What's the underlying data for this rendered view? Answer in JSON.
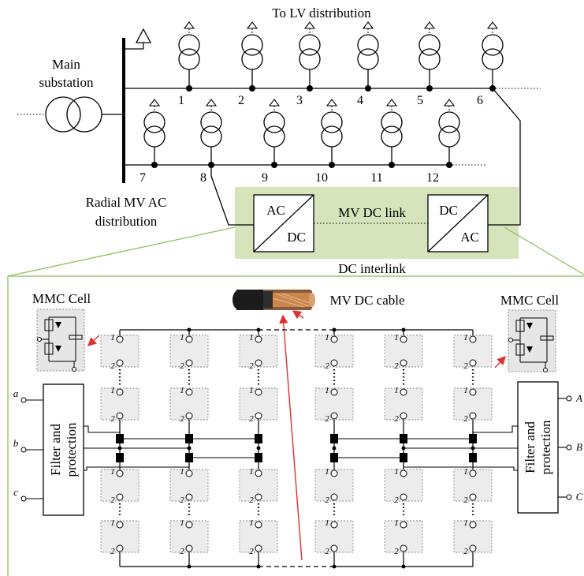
{
  "labels": {
    "to_lv": "To LV distribution",
    "main_substation_line1": "Main",
    "main_substation_line2": "substation",
    "radial_line1": "Radial MV AC",
    "radial_line2": "distribution",
    "dc_interlink": "DC interlink",
    "mv_dc_link": "MV DC link",
    "mv_dc_cable": "MV DC cable",
    "mmc_cell_left": "MMC Cell",
    "mmc_cell_right": "MMC Cell",
    "filter_left_line1": "Filter and",
    "filter_left_line2": "protection",
    "filter_right_line1": "Filter and",
    "filter_right_line2": "protection"
  },
  "converters": {
    "left_top": "AC",
    "left_bottom": "DC",
    "right_top": "DC",
    "right_bottom": "AC"
  },
  "upper_nodes": [
    "1",
    "2",
    "3",
    "4",
    "5",
    "6"
  ],
  "lower_nodes": [
    "7",
    "8",
    "9",
    "10",
    "11",
    "12"
  ],
  "phases_left": [
    "a",
    "b",
    "c"
  ],
  "phases_right": [
    "A",
    "B",
    "C"
  ],
  "cell_terminals": {
    "t1": "1",
    "t2": "2"
  },
  "colors": {
    "interlink_fill": "#d6e4bc",
    "zoom_line": "#8fbf5a",
    "arrow": "#e03030",
    "cell_fill": "#ececec",
    "cell_border": "#8a8a8a"
  }
}
